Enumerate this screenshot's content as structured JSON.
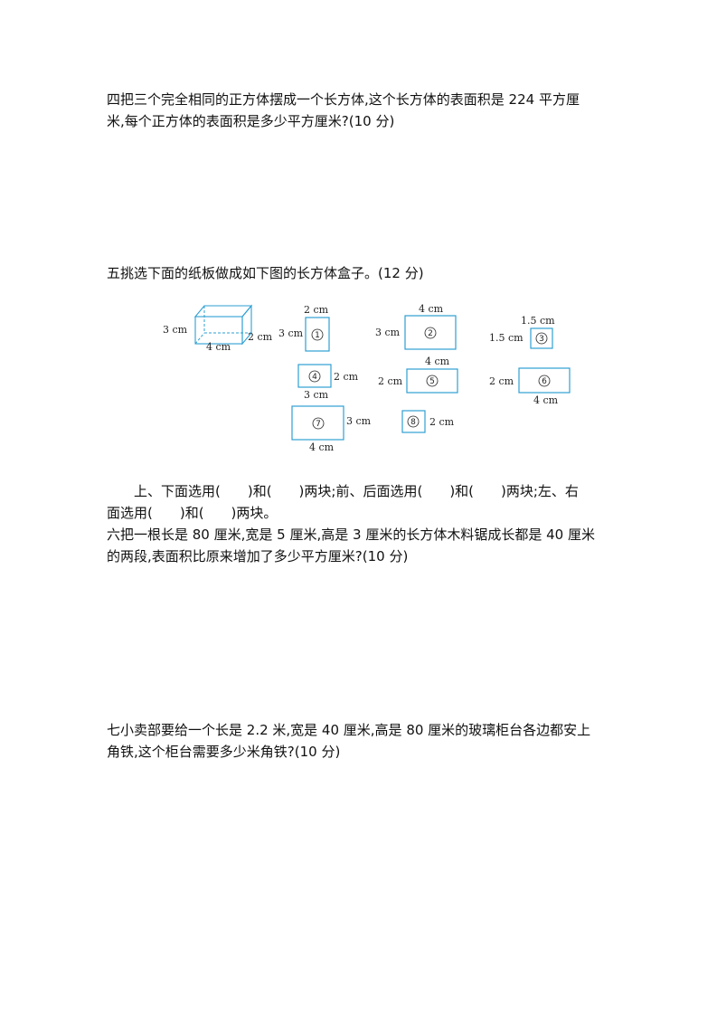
{
  "q4": {
    "line1": "四把三个完全相同的正方体摆成一个长方体,这个长方体的表面积是 224 平方厘",
    "line2": "米,每个正方体的表面积是多少平方厘米?(10 分)"
  },
  "q5": {
    "line1": "五挑选下面的纸板做成如下图的长方体盒子。(12 分)",
    "figure": {
      "box_labels": {
        "height": "3 cm",
        "depth": "2 cm",
        "length": "4 cm"
      },
      "cards": [
        {
          "num": "1",
          "top": "2 cm",
          "left": "3 cm"
        },
        {
          "num": "2",
          "top": "4 cm",
          "left": "3 cm"
        },
        {
          "num": "3",
          "top": "1.5 cm",
          "left": "1.5 cm"
        },
        {
          "num": "4",
          "right": "2 cm",
          "bottom": "3 cm"
        },
        {
          "num": "5",
          "left": "2 cm",
          "top": "4 cm"
        },
        {
          "num": "6",
          "left": "2 cm",
          "bottom": "4 cm"
        },
        {
          "num": "7",
          "right": "3 cm",
          "bottom": "4 cm"
        },
        {
          "num": "8",
          "right": "2 cm"
        }
      ]
    },
    "answer_line1": "上、下面选用(　　)和(　　)两块;前、后面选用(　　)和(　　)两块;左、右",
    "answer_line2": "面选用(　　)和(　　)两块。"
  },
  "q6": {
    "line1": "六把一根长是 80 厘米,宽是 5 厘米,高是 3 厘米的长方体木料锯成长都是 40 厘米",
    "line2": "的两段,表面积比原来增加了多少平方厘米?(10 分)"
  },
  "q7": {
    "line1": "七小卖部要给一个长是 2.2 米,宽是 40 厘米,高是 80 厘米的玻璃柜台各边都安上",
    "line2": "角铁,这个柜台需要多少米角铁?(10 分)"
  }
}
